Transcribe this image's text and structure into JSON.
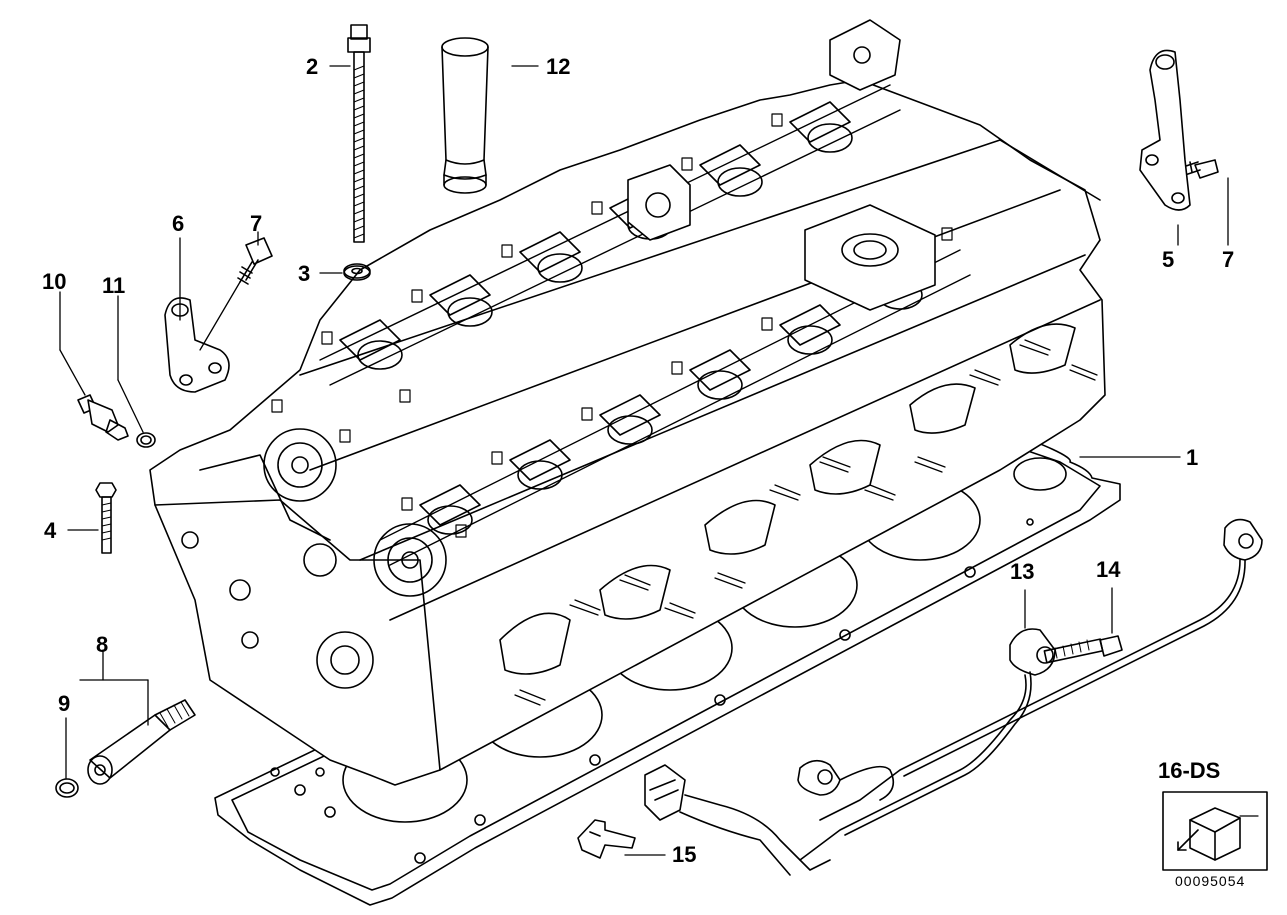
{
  "diagram": {
    "callouts": [
      {
        "id": "p1",
        "label": "1"
      },
      {
        "id": "p2",
        "label": "2"
      },
      {
        "id": "p3",
        "label": "3"
      },
      {
        "id": "p4",
        "label": "4"
      },
      {
        "id": "p5",
        "label": "5"
      },
      {
        "id": "p6",
        "label": "6"
      },
      {
        "id": "p7a",
        "label": "7"
      },
      {
        "id": "p7b",
        "label": "7"
      },
      {
        "id": "p8",
        "label": "8"
      },
      {
        "id": "p9",
        "label": "9"
      },
      {
        "id": "p10",
        "label": "10"
      },
      {
        "id": "p11",
        "label": "11"
      },
      {
        "id": "p12",
        "label": "12"
      },
      {
        "id": "p13",
        "label": "13"
      },
      {
        "id": "p14",
        "label": "14"
      },
      {
        "id": "p15",
        "label": "15"
      }
    ],
    "kit_tag": "16-DS",
    "drawing_number": "00095054"
  }
}
